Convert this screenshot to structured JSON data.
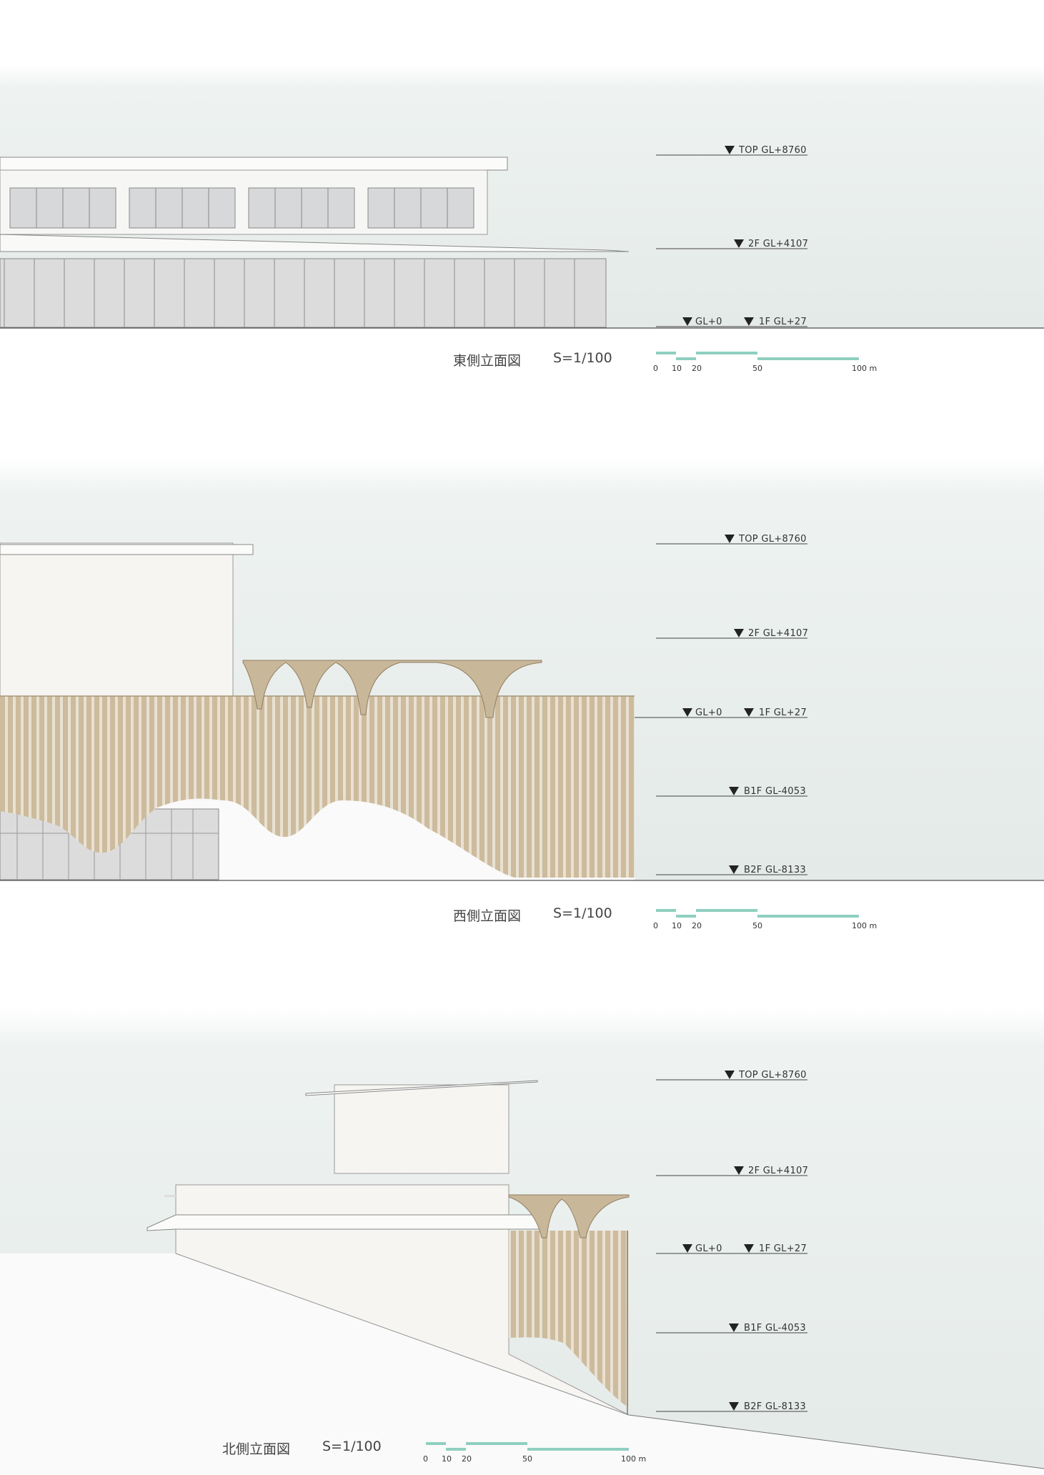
{
  "levels": {
    "top": "TOP   GL+8760",
    "f2": "2F   GL+4107",
    "gl": "GL+0",
    "f1": "1F   GL+27",
    "b1": "B1F   GL-4053",
    "b2": "B2F   GL-8133"
  },
  "elevations": [
    {
      "title": "東側立面図",
      "scale": "S=1/100"
    },
    {
      "title": "西側立面図",
      "scale": "S=1/100"
    },
    {
      "title": "北側立面図",
      "scale": "S=1/100"
    }
  ],
  "scale_bar": {
    "ticks": [
      "0",
      "10",
      "20",
      "50",
      "100 m"
    ]
  },
  "colors": {
    "sky": "#e6ecea",
    "wall": "#f4f3f0",
    "glass": "#d9dadb",
    "timber": "#c9b79a",
    "scale_bar": "#8fcfc0",
    "line": "#555555"
  }
}
